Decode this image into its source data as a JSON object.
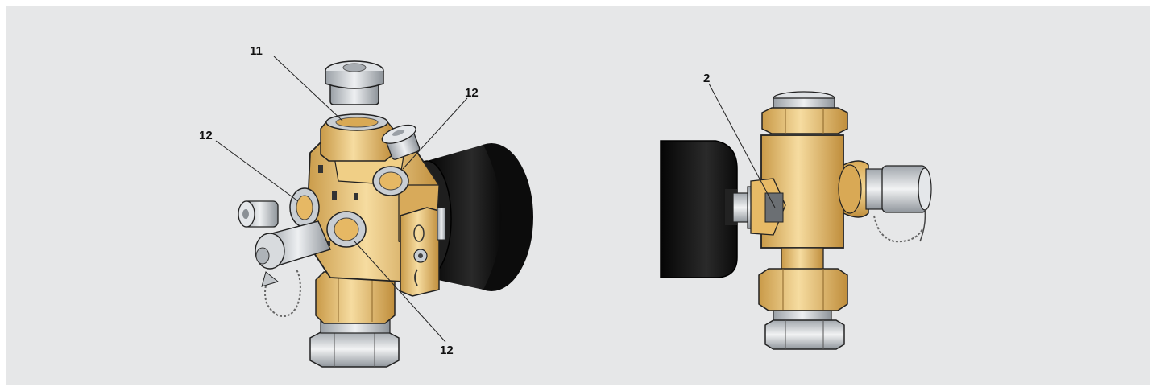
{
  "callouts": {
    "c11": "11",
    "c12_left": "12",
    "c12_top": "12",
    "c12_bottom": "12",
    "c2": "2"
  },
  "parts": {
    "left_view": [
      "plug",
      "valve-body",
      "pressure-gauge",
      "nipple-with-cap",
      "hex-nut",
      "bracket"
    ],
    "right_view": [
      "valve-body",
      "pressure-gauge",
      "nipple-with-cap",
      "hex-nut"
    ]
  },
  "colors": {
    "background": "#e6e7e8",
    "brass": "#e3b866",
    "brass_dark": "#b88a3a",
    "steel": "#c8ccd0",
    "gauge": "#141414"
  }
}
